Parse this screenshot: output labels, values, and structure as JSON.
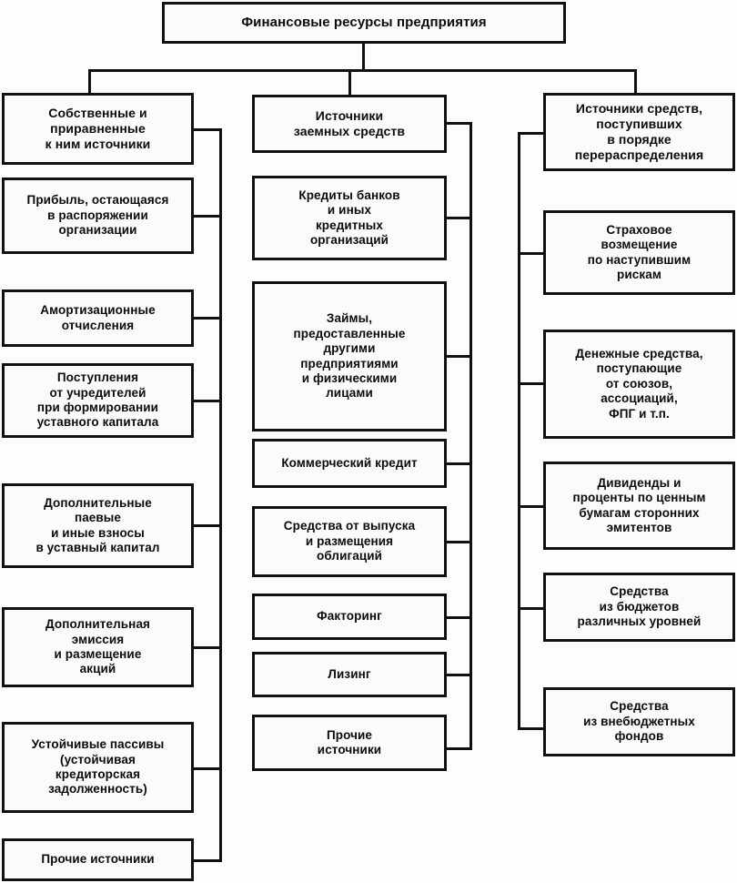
{
  "diagram": {
    "title": "Финансовые ресурсы предприятия",
    "root": {
      "label": "Финансовые ресурсы предприятия"
    },
    "columns": [
      {
        "id": "own",
        "head": {
          "label": "Собственные и\nприравненные\nк ним источники"
        },
        "items": [
          {
            "label": "Прибыль, остающаяся\nв распоряжении\nорганизации"
          },
          {
            "label": "Амортизационные\nотчисления"
          },
          {
            "label": "Поступления\nот учредителей\nпри формировании\nуставного капитала"
          },
          {
            "label": "Дополнительные\nпаевые\nи иные взносы\nв уставный капитал"
          },
          {
            "label": "Дополнительная\nэмиссия\nи размещение\nакций"
          },
          {
            "label": "Устойчивые пассивы\n(устойчивая\nкредиторская\nзадолженность)"
          },
          {
            "label": "Прочие источники"
          }
        ]
      },
      {
        "id": "borrowed",
        "head": {
          "label": "Источники\nзаемных средств"
        },
        "items": [
          {
            "label": "Кредиты банков\nи иных\nкредитных\nорганизаций"
          },
          {
            "label": "Займы,\nпредоставленные\nдругими\nпредприятиями\nи физическими\nлицами"
          },
          {
            "label": "Коммерческий кредит"
          },
          {
            "label": "Средства от выпуска\nи размещения\nоблигаций"
          },
          {
            "label": "Факторинг"
          },
          {
            "label": "Лизинг"
          },
          {
            "label": "Прочие\nисточники"
          }
        ]
      },
      {
        "id": "redistributed",
        "head": {
          "label": "Источники средств,\nпоступивших\nв порядке\nперераспределения"
        },
        "items": [
          {
            "label": "Страховое\nвозмещение\nпо наступившим\nрискам"
          },
          {
            "label": "Денежные средства,\nпоступающие\nот союзов,\nассоциаций,\nФПГ и т.п."
          },
          {
            "label": "Дивиденды и\nпроценты по ценным\nбумагам сторонних\nэмитентов"
          },
          {
            "label": "Средства\nиз бюджетов\nразличных уровней"
          },
          {
            "label": "Средства\nиз внебюджетных\nфондов"
          }
        ]
      }
    ],
    "colors": {
      "line": "#111111",
      "box_fill": "#fbfbfb",
      "text": "#0b0b0b",
      "background": "#ffffff"
    }
  }
}
